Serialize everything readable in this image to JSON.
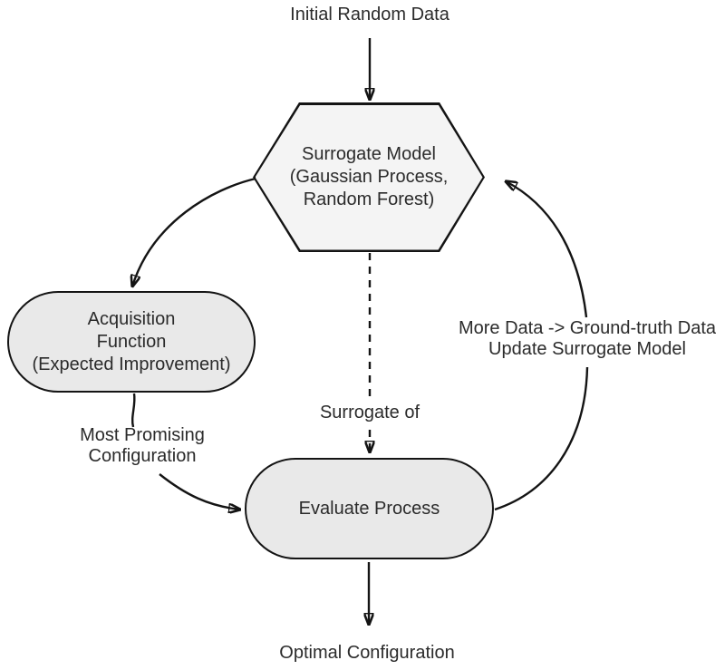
{
  "colors": {
    "background": "#ffffff",
    "node_border": "#141414",
    "edge": "#141414",
    "hexagon_fill": "#f4f4f4",
    "stadium_fill": "#e9e9e9",
    "text": "#2b2b2b"
  },
  "labels": {
    "initial_data": "Initial Random Data",
    "surrogate_model": [
      "Surrogate Model",
      "(Gaussian Process,",
      "Random Forest)"
    ],
    "acquisition": [
      "Acquisition",
      "Function",
      "(Expected Improvement)"
    ],
    "evaluate": "Evaluate Process",
    "most_promising": [
      "Most Promising",
      "Configuration"
    ],
    "surrogate_of": "Surrogate of",
    "more_data": [
      "More Data -> Ground-truth Data",
      "Update Surrogate Model"
    ],
    "optimal": "Optimal Configuration"
  }
}
